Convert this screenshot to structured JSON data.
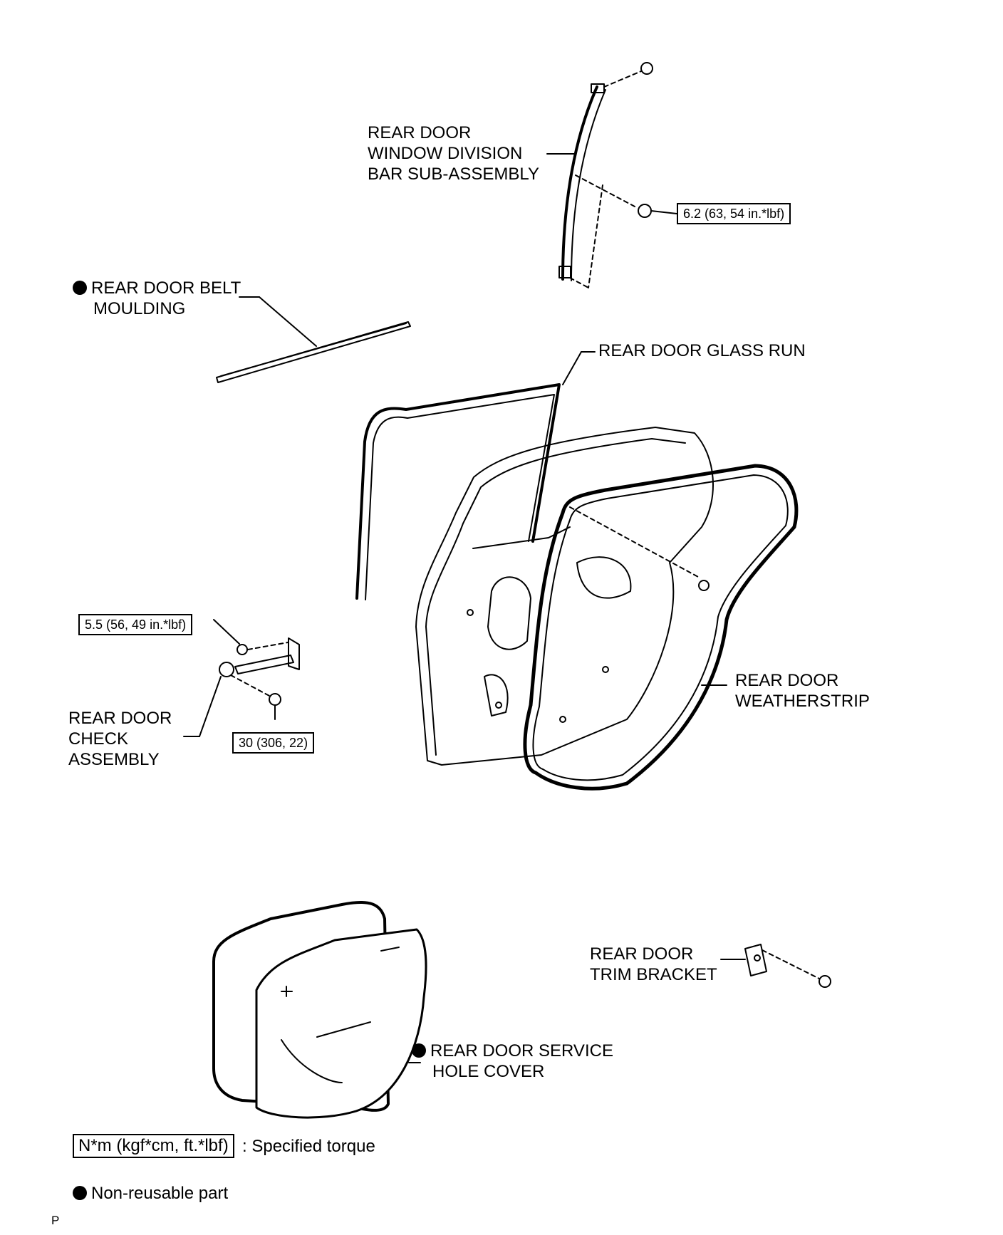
{
  "labels": {
    "division_bar": [
      "REAR DOOR",
      "WINDOW DIVISION",
      "BAR SUB-ASSEMBLY"
    ],
    "belt_moulding": [
      "REAR DOOR BELT",
      "MOULDING"
    ],
    "glass_run": [
      "REAR DOOR GLASS RUN"
    ],
    "weatherstrip": [
      "REAR DOOR",
      "WEATHERSTRIP"
    ],
    "check_assembly": [
      "REAR DOOR",
      "CHECK",
      "ASSEMBLY"
    ],
    "trim_bracket": [
      "REAR DOOR",
      "TRIM BRACKET"
    ],
    "service_hole_cover": [
      "REAR DOOR SERVICE",
      "HOLE COVER"
    ]
  },
  "torques": {
    "division_bar": "6.2 (63, 54 in.*lbf)",
    "check_upper": "5.5 (56, 49 in.*lbf)",
    "check_lower": "30 (306, 22)"
  },
  "legend": {
    "torque_box": "N*m (kgf*cm, ft.*lbf)",
    "torque_text": ": Specified torque",
    "nonreusable_text": "Non-reusable part"
  },
  "footer": "P",
  "icons": [
    "non-reusable-dot-icon"
  ]
}
